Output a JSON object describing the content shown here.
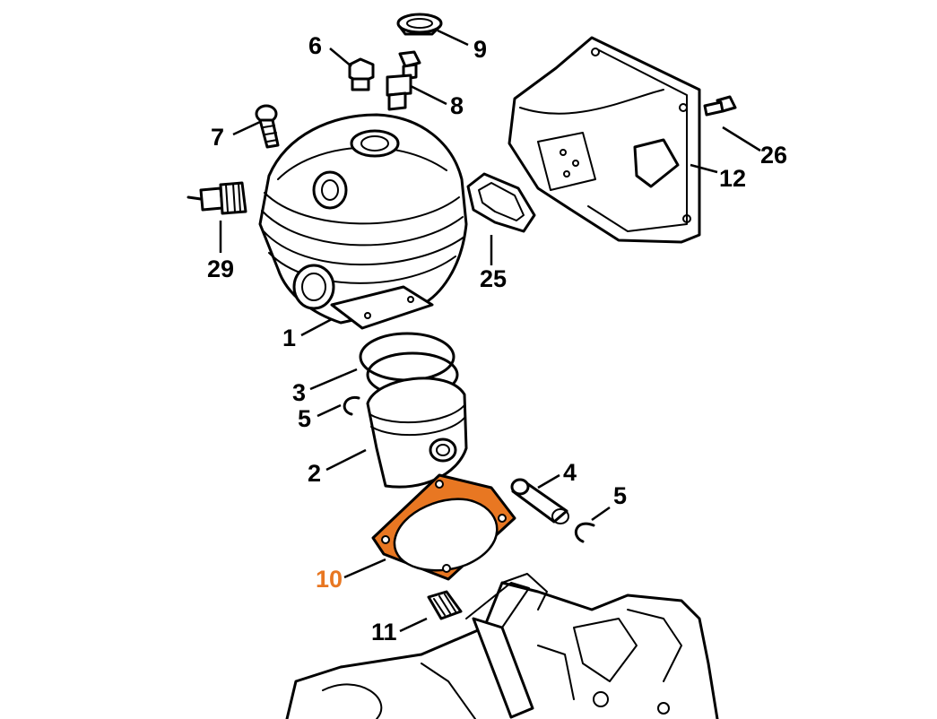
{
  "highlight_color": "#e87722",
  "callouts": {
    "c1": "1",
    "c2": "2",
    "c3": "3",
    "c4": "4",
    "c5a": "5",
    "c5b": "5",
    "c6": "6",
    "c7": "7",
    "c8": "8",
    "c9": "9",
    "c10": "10",
    "c11": "11",
    "c12": "12",
    "c25": "25",
    "c26": "26",
    "c29": "29"
  },
  "highlighted_part": "10"
}
